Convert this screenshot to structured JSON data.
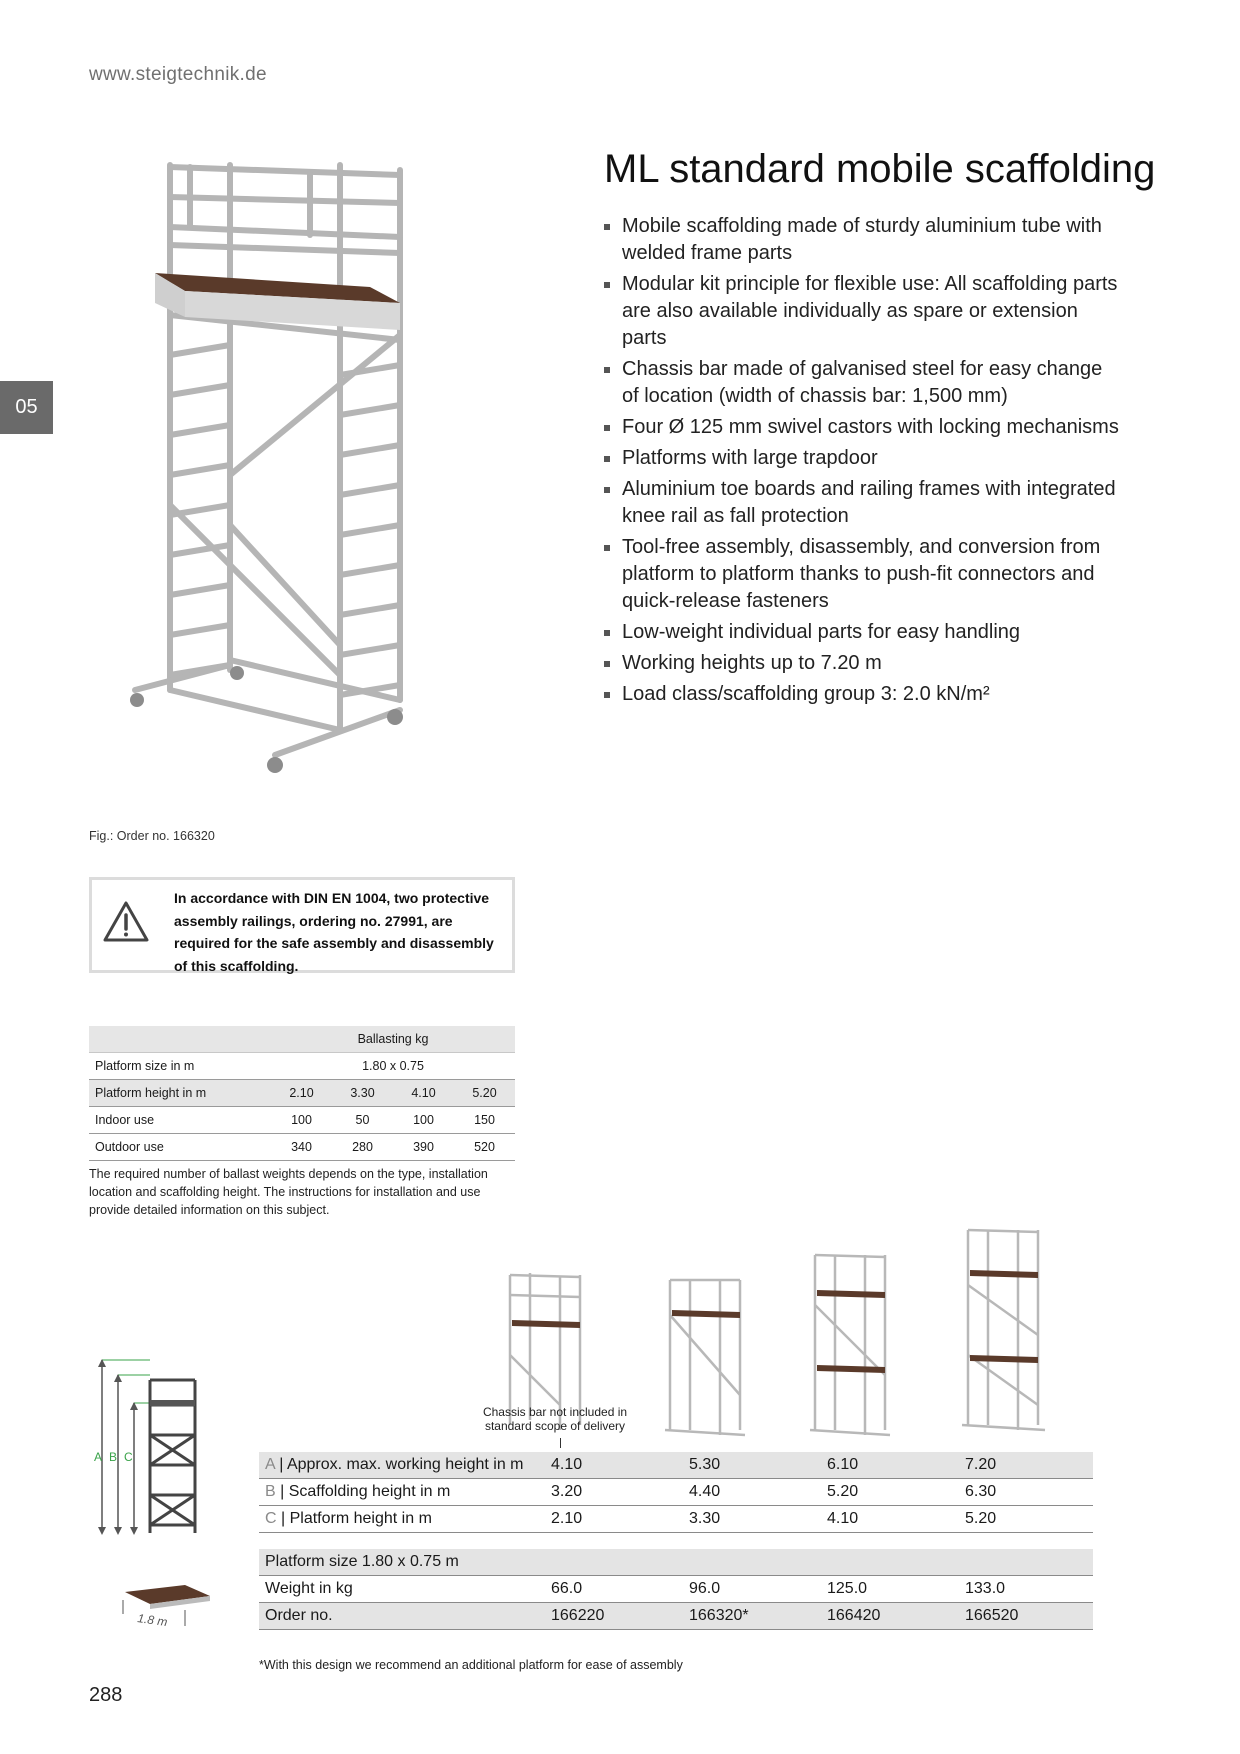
{
  "header": {
    "website": "www.steigtechnik.de"
  },
  "chapter_tab": "05",
  "title": "ML standard mobile scaffolding",
  "features": [
    "Mobile scaffolding made of sturdy aluminium tube with welded frame parts",
    "Modular kit principle for flexible use: All scaffolding parts are also available individually as spare or extension parts",
    "Chassis bar made of galvanised steel for easy change of location (width of chassis bar: 1,500 mm)",
    "Four Ø 125 mm swivel castors with locking mechanisms",
    "Platforms with large trapdoor",
    "Aluminium toe boards and railing frames with integrated knee rail as fall protection",
    "Tool-free assembly, disassembly, and conversion from platform to platform thanks to push-fit connectors and quick-release fasteners",
    "Low-weight individual parts for easy handling",
    "Working heights up to 7.20 m",
    "Load class/scaffolding group 3: 2.0 kN/m²"
  ],
  "figure_caption": "Fig.: Order no. 166320",
  "warning": {
    "icon": "warning-triangle-icon",
    "text": "In accordance with DIN EN 1004, two protective assembly railings, ordering no. 27991, are required for the safe assembly and disassembly of this scaffolding."
  },
  "ballast_table": {
    "header": "Ballasting kg",
    "platform_size_label": "Platform size in m",
    "platform_size_value": "1.80 x 0.75",
    "platform_height_label": "Platform height in m",
    "platform_heights": [
      "2.10",
      "3.30",
      "4.10",
      "5.20"
    ],
    "indoor_label": "Indoor use",
    "indoor_values": [
      "100",
      "50",
      "100",
      "150"
    ],
    "outdoor_label": "Outdoor use",
    "outdoor_values": [
      "340",
      "280",
      "390",
      "520"
    ]
  },
  "ballast_note": "The required number of ballast weights depends on the type, installation location and scaffolding height. The instructions for installation and use provide detailed information on this subject.",
  "chassis_note": "Chassis bar not included in standard scope of delivery",
  "dimension_labels": [
    "A",
    "B",
    "C"
  ],
  "platform_length_label": "1.8 m",
  "spec_table": {
    "rows": [
      {
        "letter": "A",
        "label": " | Approx. max. working height in m",
        "values": [
          "4.10",
          "5.30",
          "6.10",
          "7.20"
        ]
      },
      {
        "letter": "B",
        "label": " | Scaffolding height in m",
        "values": [
          "3.20",
          "4.40",
          "5.20",
          "6.30"
        ]
      },
      {
        "letter": "C",
        "label": " | Platform height in m",
        "values": [
          "2.10",
          "3.30",
          "4.10",
          "5.20"
        ]
      }
    ]
  },
  "spec_table2": {
    "platform_size": "Platform size 1.80 x 0.75 m",
    "weight_label": "Weight in kg",
    "weights": [
      "66.0",
      "96.0",
      "125.0",
      "133.0"
    ],
    "order_label": "Order no.",
    "orders": [
      "166220",
      "166320*",
      "166420",
      "166520"
    ]
  },
  "footnote": "*With this design we recommend an additional platform for ease of assembly",
  "page_number": "288",
  "colors": {
    "dimension_green": "#3aa34a",
    "platform_brown": "#5a3a2a",
    "tab_gray": "#6a6a6a"
  }
}
